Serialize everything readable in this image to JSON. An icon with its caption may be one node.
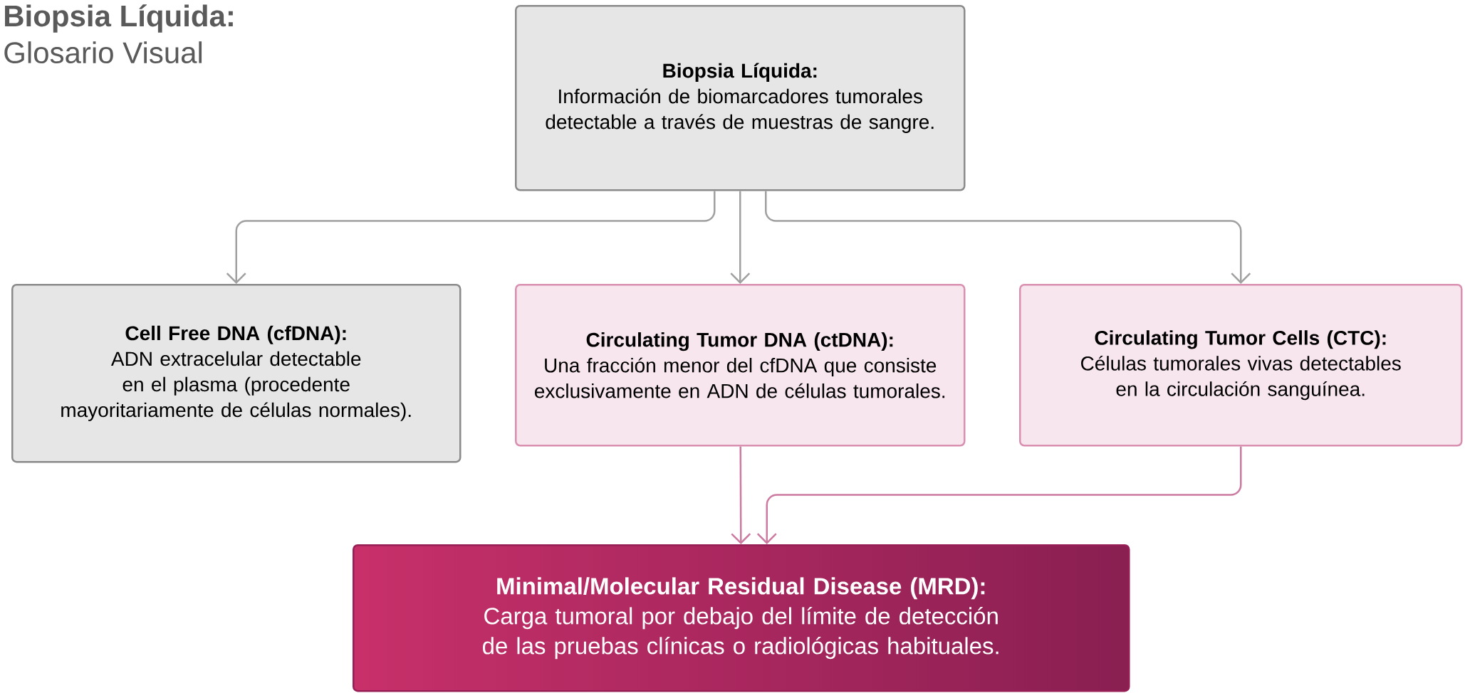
{
  "diagram": {
    "title": "Biopsia Líquida:",
    "nodes": [
      {
        "text": [
          "Biopsia Líquida:",
          "Información de biomarcadores tumorales detectable a través de muestras de sangre."
        ]
      },
      {
        "text": [
          "Cell Free DNA (cfDNA):",
          "ADN extracelular detectable en el plasma (procedente mayoritariamente de células normales)."
        ]
      },
      {
        "text": [
          "Circulating Tumor DNA (ctDNA):",
          "Una fracción menor del cfDNA que consiste exclusivamente en ADN de células tumorales."
        ]
      },
      {
        "text": [
          "Circulating Tumor Cells (CTC):",
          "Células tumorales vivas detectables en la circulación sanguínea."
        ]
      },
      {
        "text": [
          "Minimal/Molecular Residual Disease (MRD):",
          "Carga tumoral por debajo del límite de detección de las pruebas clínicas o radiológicas habituales."
        ]
      }
    ],
    "edges": [
      {
        "from": 0,
        "to": 1,
        "arrow": "to"
      },
      {
        "from": 0,
        "to": 2,
        "arrow": "to"
      },
      {
        "from": 0,
        "to": 3,
        "arrow": "to"
      },
      {
        "from": 2,
        "to": 4,
        "arrow": "to",
        "color": "#cc7aa0"
      },
      {
        "from": 3,
        "to": 4,
        "arrow": "to",
        "color": "#cc7aa0"
      }
    ],
    "labels": [
      "Glosario Visual"
    ]
  }
}
